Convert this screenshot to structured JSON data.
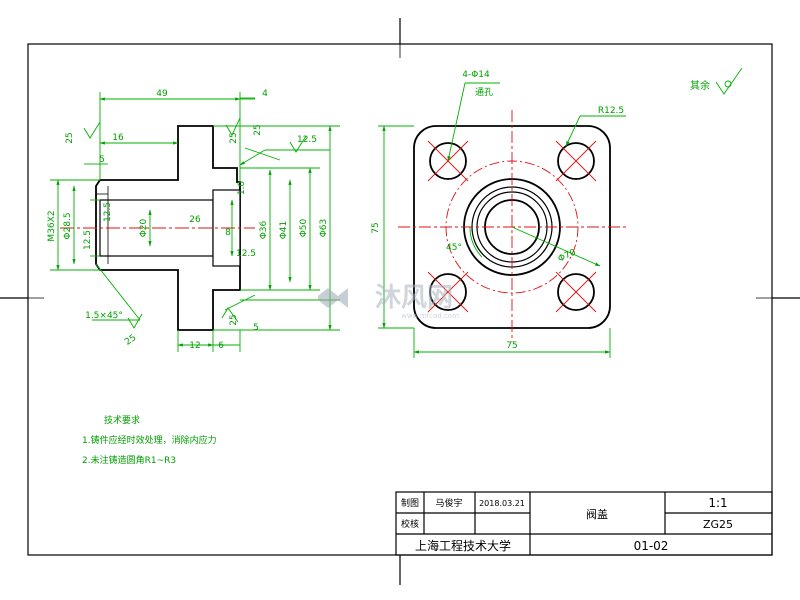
{
  "drawing": {
    "front_view": {
      "dims": {
        "d49": "49",
        "d4": "4",
        "d25a": "25",
        "d16": "16",
        "d25b": "25",
        "d25c": "25",
        "d12_5a": "12.5",
        "d5a": "5",
        "d12_5b": "12.5",
        "d1_0": "1.0",
        "m": "M36X2",
        "phi28_5": "Φ28.5",
        "d12_5c": "12.5",
        "phi20": "Φ20",
        "d26": "26",
        "d8": "8",
        "phi36": "Φ36",
        "phi41": "Φ41",
        "phi50": "Φ50",
        "phi63": "Φ63",
        "d12_5d": "12.5",
        "chamfer": "1.5×45°",
        "d25d": "25",
        "d25e": "25",
        "d5b": "5",
        "d12": "12",
        "d6": "6"
      }
    },
    "top_view": {
      "holes_label": "4-Φ14",
      "holes_note": "通孔",
      "radius": "R12.5",
      "angle": "45°",
      "pcd": "Φ70",
      "height": "75",
      "width": "75"
    },
    "surface_note": "其余"
  },
  "watermark": {
    "cn": "沐风网",
    "en": "www.mfcad.com"
  },
  "tech_req": {
    "title": "技术要求",
    "item1": "1.铸件应经时效处理，消除内应力",
    "item2": "2.未注铸造圆角R1~R3"
  },
  "title_block": {
    "drawn_label": "制图",
    "drawn_name": "马俊宇",
    "drawn_date": "2018.03.21",
    "check_label": "校核",
    "part_name": "阀盖",
    "scale": "1:1",
    "material": "ZG25",
    "school": "上海工程技术大学",
    "drawing_no": "01-02"
  }
}
